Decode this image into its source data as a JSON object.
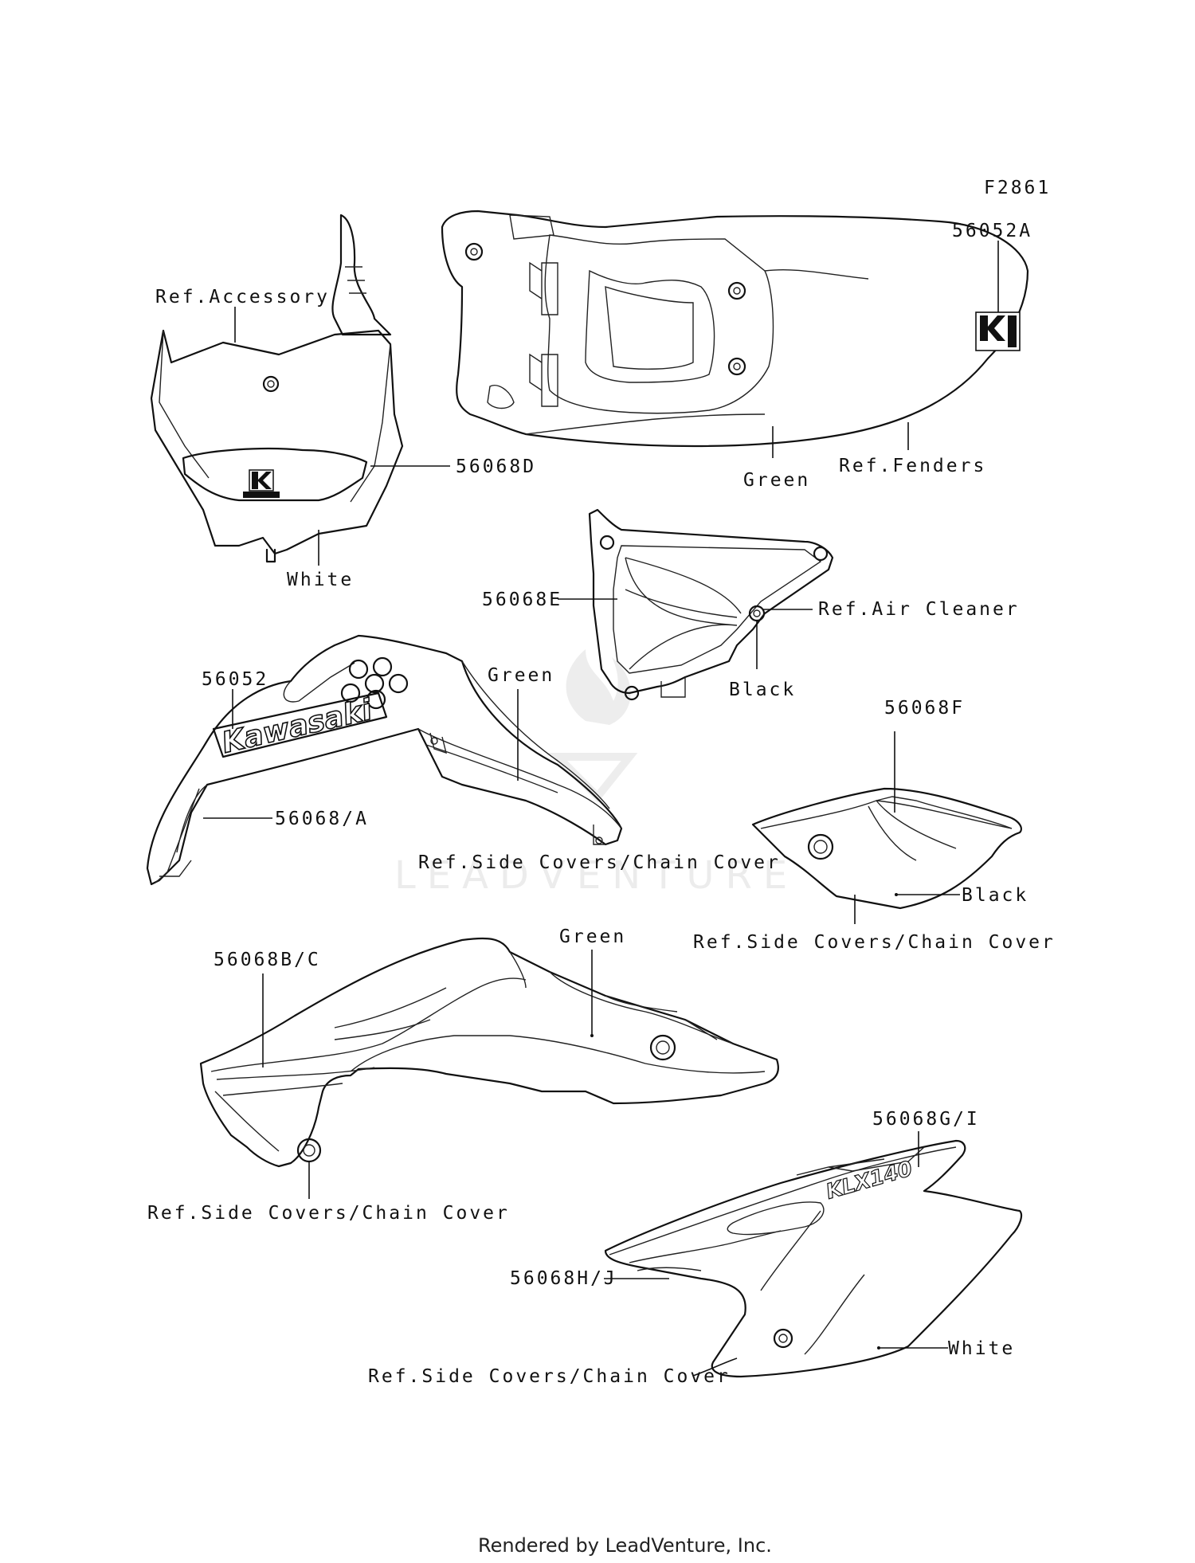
{
  "figure_code": "F2861",
  "watermark": "LEADVENTURE",
  "footer": "Rendered by LeadVenture, Inc.",
  "labels": {
    "ref_accessory": "Ref.Accessory",
    "p56068D": "56068D",
    "white_1": "White",
    "p56052A": "56052A",
    "green_1": "Green",
    "ref_fenders": "Ref.Fenders",
    "p56068E": "56068E",
    "ref_air_cleaner": "Ref.Air Cleaner",
    "black_1": "Black",
    "p56052": "56052",
    "green_2": "Green",
    "p56068A": "56068/A",
    "ref_side_covers_1": "Ref.Side Covers/Chain Cover",
    "p56068F": "56068F",
    "black_2": "Black",
    "ref_side_covers_2": "Ref.Side Covers/Chain Cover",
    "p56068BC": "56068B/C",
    "green_3": "Green",
    "ref_side_covers_3": "Ref.Side Covers/Chain Cover",
    "p56068GI": "56068G/I",
    "p56068HJ": "56068H/J",
    "ref_side_covers_4": "Ref.Side Covers/Chain Cover",
    "white_2": "White"
  },
  "decals": {
    "kawasaki_text": "Kawasaki",
    "klx_text": "KLX140"
  }
}
